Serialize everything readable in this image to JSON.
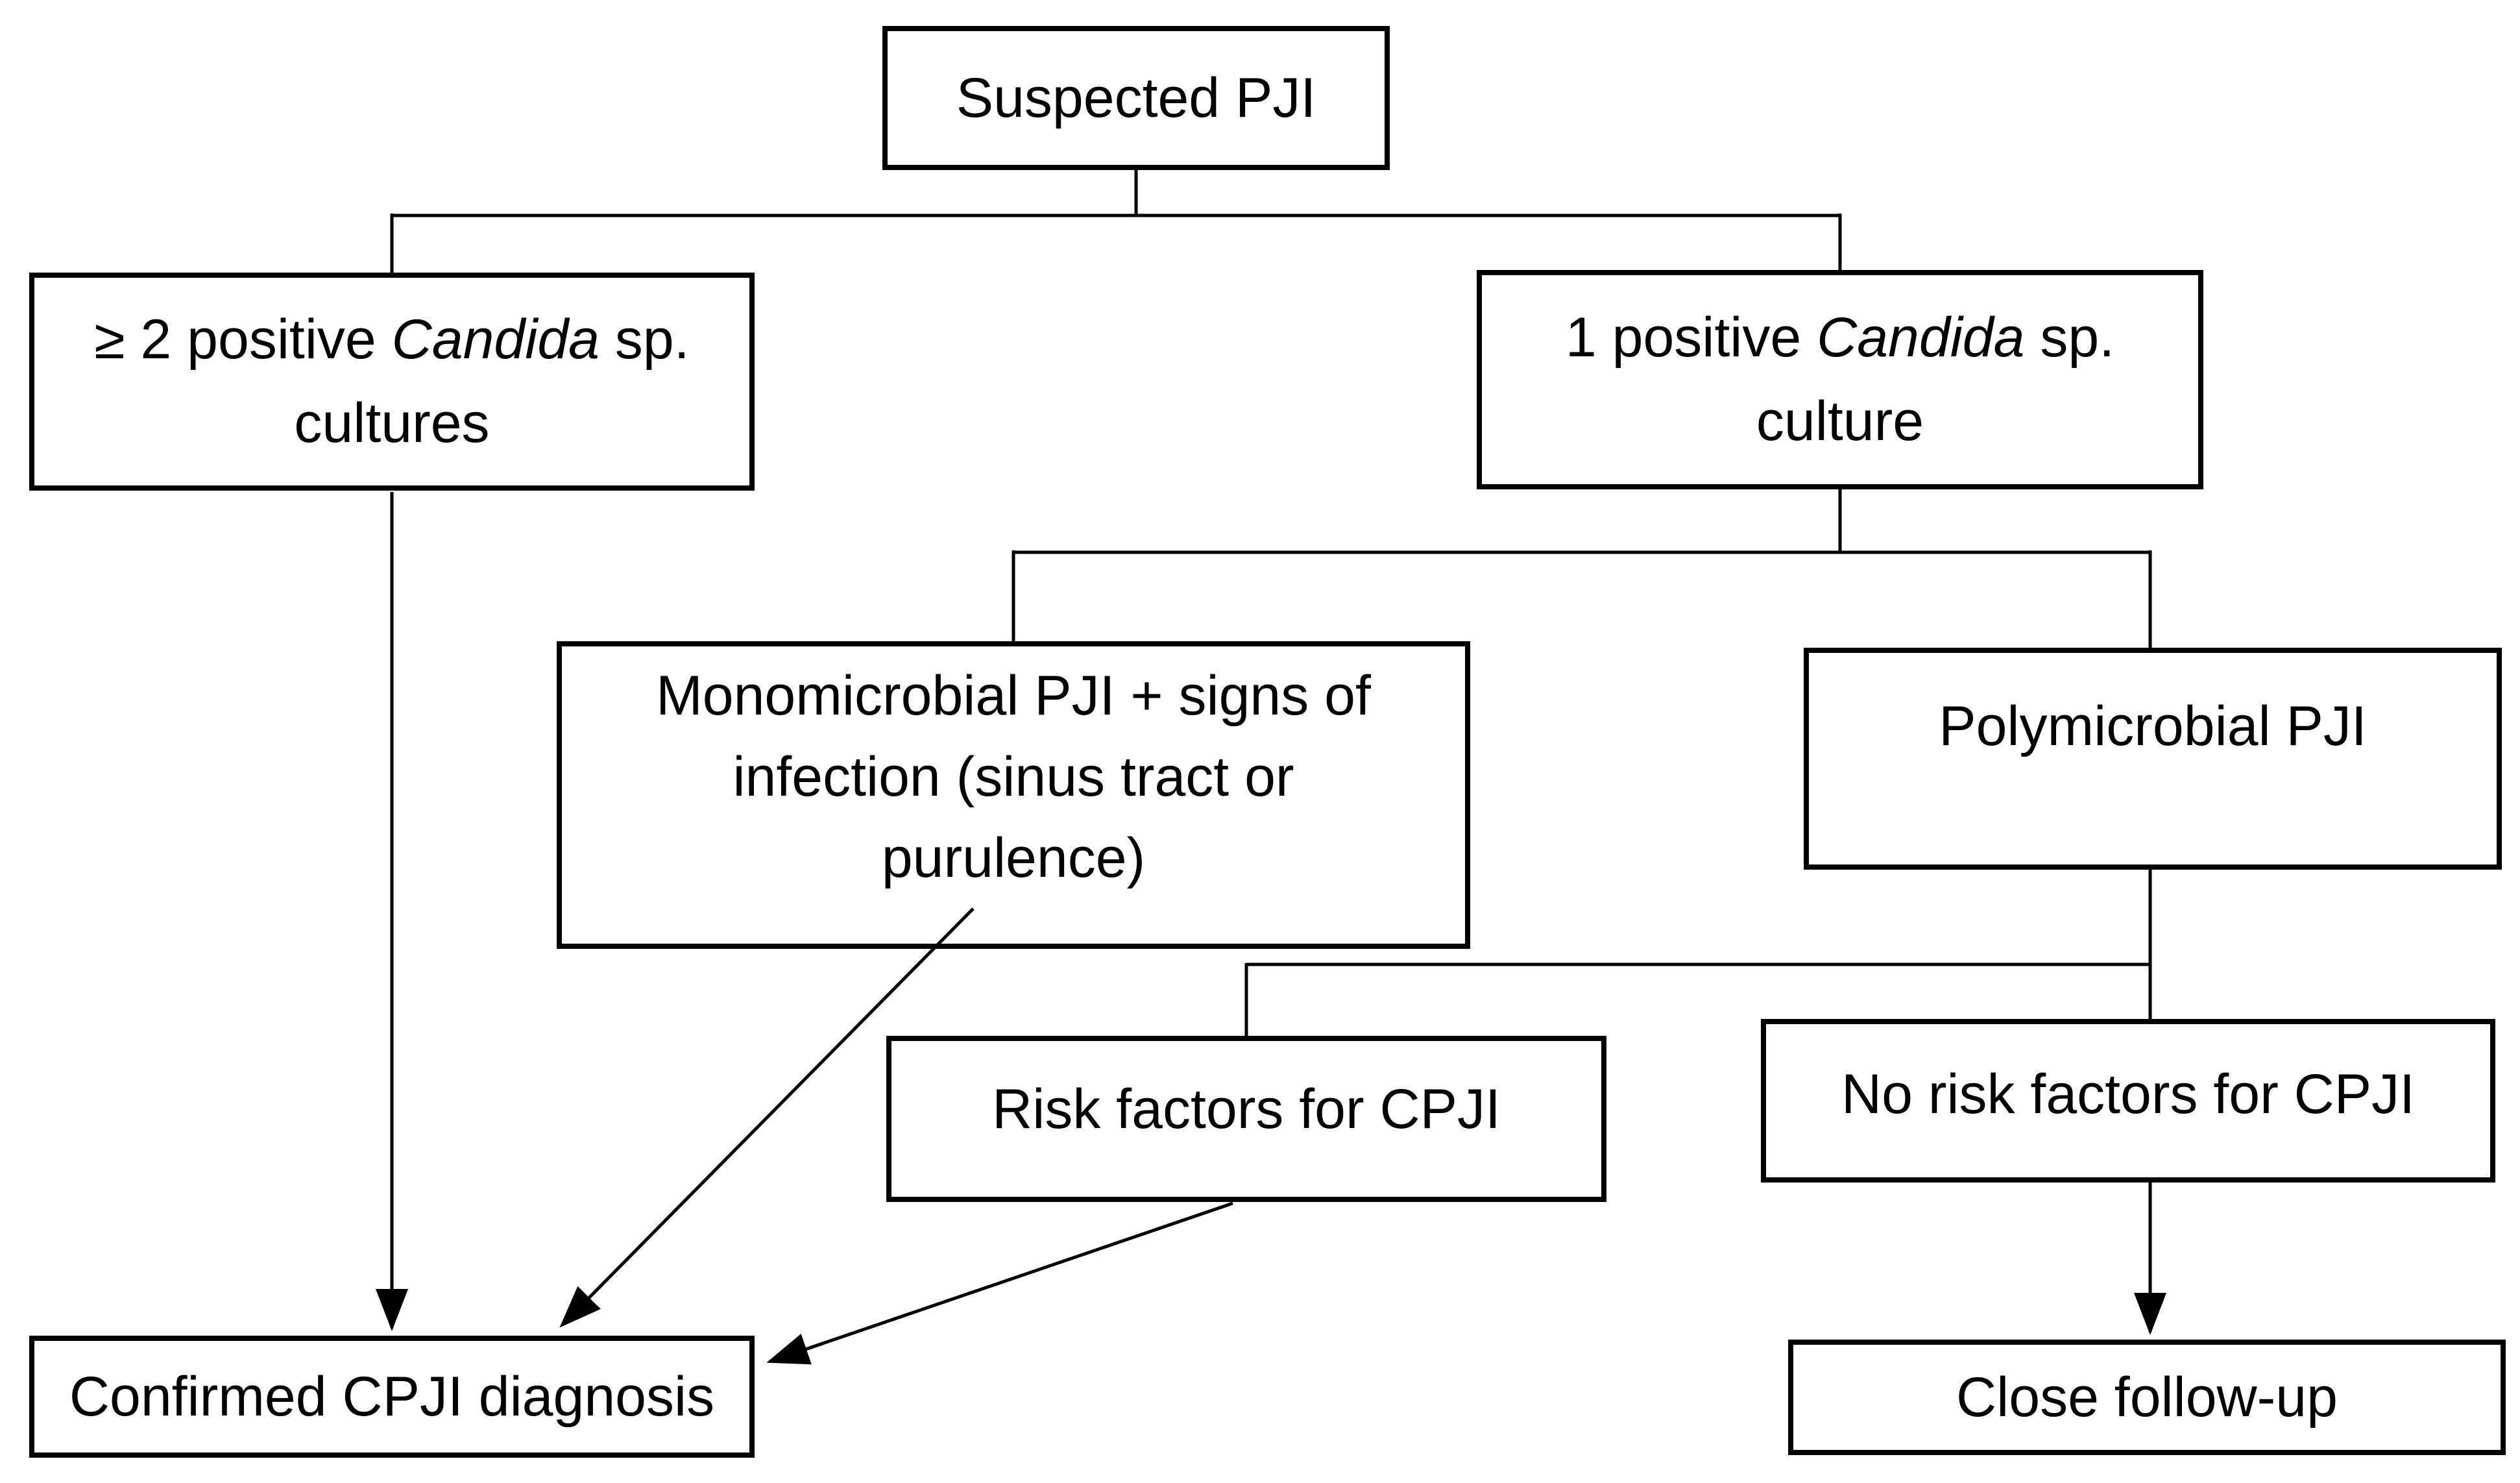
{
  "diagram_type": "flowchart",
  "colors": {
    "background": "#ffffff",
    "box_border": "#000000",
    "box_fill": "#ffffff",
    "text": "#000000",
    "connector_line": "#000000",
    "arrowhead": "#000000"
  },
  "nodes": {
    "suspected": {
      "text": "Suspected PJI"
    },
    "multiple_cultures": {
      "line1_pre": "≥ 2 positive ",
      "species": "Candida",
      "line1_post": " sp.",
      "line2": "cultures"
    },
    "single_culture": {
      "line1_pre": "1 positive ",
      "species": "Candida",
      "line1_post": " sp.",
      "line2": "culture"
    },
    "monomicrobial": {
      "line1": "Monomicrobial PJI + signs of",
      "line2": "infection (sinus tract or",
      "line3": "purulence)"
    },
    "polymicrobial": {
      "text": "Polymicrobial PJI"
    },
    "risk_factors": {
      "text": "Risk factors for CPJI"
    },
    "no_risk_factors": {
      "text": "No risk factors for CPJI"
    },
    "confirmed": {
      "text": "Confirmed CPJI diagnosis"
    },
    "follow_up": {
      "text": "Close follow-up"
    }
  },
  "edges": [
    {
      "from": "suspected",
      "to": "multiple_cultures",
      "arrow": false,
      "shape": "elbow"
    },
    {
      "from": "suspected",
      "to": "single_culture",
      "arrow": false,
      "shape": "elbow"
    },
    {
      "from": "single_culture",
      "to": "monomicrobial",
      "arrow": false,
      "shape": "elbow"
    },
    {
      "from": "single_culture",
      "to": "polymicrobial",
      "arrow": false,
      "shape": "elbow"
    },
    {
      "from": "polymicrobial",
      "to": "risk_factors",
      "arrow": false,
      "shape": "elbow"
    },
    {
      "from": "polymicrobial",
      "to": "no_risk_factors",
      "arrow": false,
      "shape": "elbow"
    },
    {
      "from": "multiple_cultures",
      "to": "confirmed",
      "arrow": true,
      "shape": "straight-vertical"
    },
    {
      "from": "monomicrobial",
      "to": "confirmed",
      "arrow": true,
      "shape": "diagonal"
    },
    {
      "from": "risk_factors",
      "to": "confirmed",
      "arrow": true,
      "shape": "diagonal"
    },
    {
      "from": "no_risk_factors",
      "to": "follow_up",
      "arrow": true,
      "shape": "straight-vertical"
    }
  ]
}
